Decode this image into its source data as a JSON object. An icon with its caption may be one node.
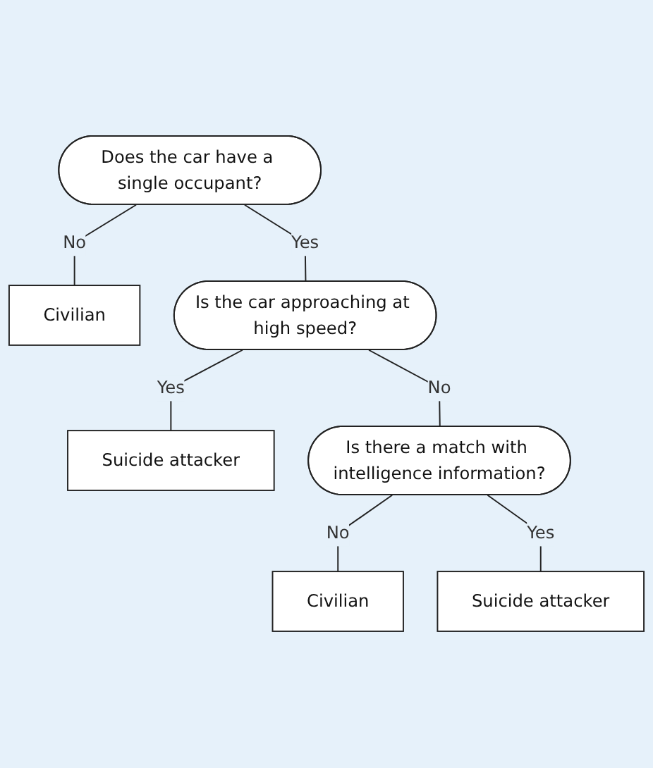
{
  "diagram": {
    "nodes": [
      {
        "text": [
          "Does the car have a single occupant?"
        ]
      },
      {
        "text": [
          "Civilian"
        ]
      },
      {
        "text": [
          "Is the car approaching at high speed?"
        ]
      },
      {
        "text": [
          "Suicide attacker"
        ]
      },
      {
        "text": [
          "Is there a match with intelligence information?"
        ]
      },
      {
        "text": [
          "Civilian"
        ]
      },
      {
        "text": [
          "Suicide attacker"
        ]
      }
    ],
    "edges": [
      {
        "from": 0,
        "to": 1,
        "label": "No",
        "arrow": "none"
      },
      {
        "from": 0,
        "to": 2,
        "label": "Yes",
        "arrow": "none"
      },
      {
        "from": 2,
        "to": 4,
        "label": "No",
        "arrow": "none"
      },
      {
        "from": 2,
        "to": 3,
        "label": "Yes",
        "arrow": "none"
      },
      {
        "from": 4,
        "to": 5,
        "label": "No",
        "arrow": "none"
      },
      {
        "from": 4,
        "to": 6,
        "label": "Yes",
        "arrow": "none"
      }
    ]
  }
}
